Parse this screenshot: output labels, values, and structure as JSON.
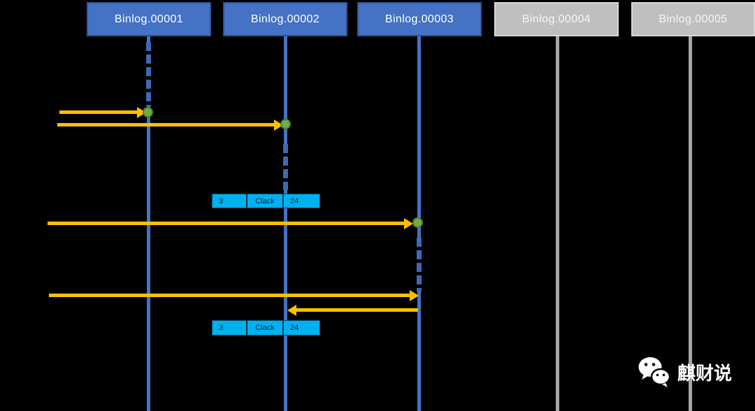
{
  "headers": [
    {
      "label": "Binlog.00001",
      "state": "active"
    },
    {
      "label": "Binlog.00002",
      "state": "active"
    },
    {
      "label": "Binlog.00003",
      "state": "active"
    },
    {
      "label": "Binlog.00004",
      "state": "inactive"
    },
    {
      "label": "Binlog.00005",
      "state": "inactive"
    }
  ],
  "event_tables": [
    {
      "cells": [
        "3",
        "Clack",
        "24"
      ]
    },
    {
      "cells": [
        "3",
        "Clack",
        "24"
      ]
    }
  ],
  "watermark": {
    "brand_label": "麒财说",
    "icon": "wechat-icon"
  },
  "colors": {
    "background": "#000000",
    "active_blue": "#4472C4",
    "header_border_blue": "#2F5597",
    "inactive_gray": "#BFBFBF",
    "lifeline_gray": "#A6A6A6",
    "arrow_gold": "#FFC000",
    "marker_green": "#70AD47",
    "marker_green_border": "#538135",
    "event_cyan": "#00B0F0"
  }
}
